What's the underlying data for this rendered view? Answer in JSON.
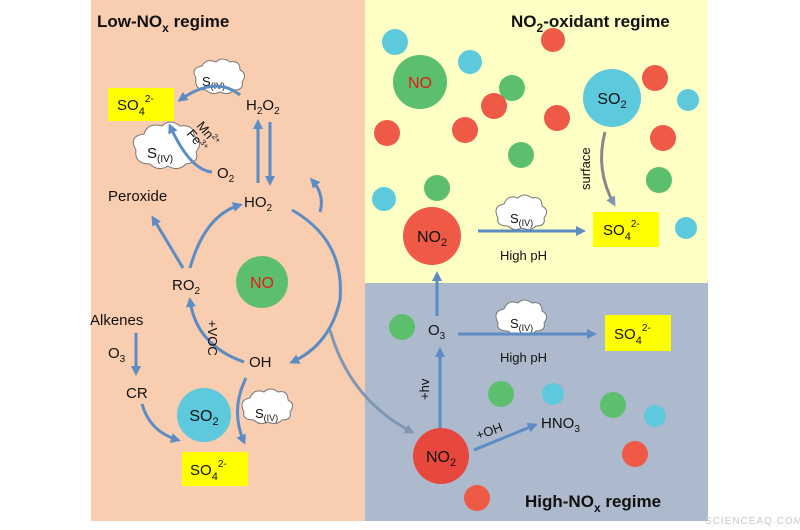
{
  "regimes": {
    "low_nox": {
      "title_main": "Low-NO",
      "title_sub": "x",
      "title_tail": " regime"
    },
    "no2_oxidant": {
      "title_pre": "NO",
      "title_sub": "2",
      "title_tail": "-oxidant regime"
    },
    "high_nox": {
      "title_main": "High-NO",
      "title_sub": "x",
      "title_tail": " regime"
    }
  },
  "species": {
    "so4": "SO",
    "so4_sub": "4",
    "so4_sup": "2-",
    "h2o2": "H",
    "h2o2_sub1": "2",
    "h2o2_mid": "O",
    "h2o2_sub2": "2",
    "ho2": "HO",
    "ho2_sub": "2",
    "o2": "O",
    "o2_sub": "2",
    "ro2": "RO",
    "ro2_sub": "2",
    "peroxide": "Peroxide",
    "alkenes": "Alkenes",
    "o3": "O",
    "o3_sub": "3",
    "cr": "CR",
    "oh": "OH",
    "no": "NO",
    "so2": "SO",
    "so2_sub": "2",
    "no2": "NO",
    "no2_sub": "2",
    "hno3": "HNO",
    "hno3_sub": "3",
    "siv": "S",
    "siv_sub": "(IV)",
    "mn": "Mn",
    "mn_sup": "2+",
    "fe": "Fe",
    "fe_sup": "3+"
  },
  "labels": {
    "voc": "+VOC",
    "surface": "surface",
    "high_ph": "High pH",
    "hv": "+hv",
    "plus_oh": "+OH",
    "watermark": "SCIENCEAQ.COM"
  },
  "colors": {
    "low_bg": "#f9cdb0",
    "oxidant_bg": "#feffc4",
    "high_bg": "#adb9cc",
    "no_green": "#5cbf6e",
    "no2_red": "#ef5a47",
    "so2_blue": "#5cc9dc",
    "highlight": "#ffff00",
    "arrow": "#5b8cc4"
  }
}
